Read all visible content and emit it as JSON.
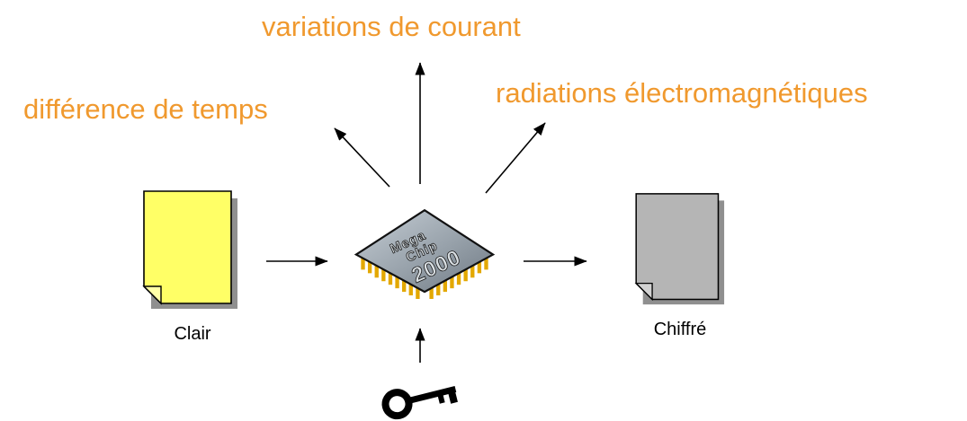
{
  "diagram": {
    "leaks": {
      "current": "variations de courant",
      "time": "différence de temps",
      "em": "radiations électromagnétiques"
    },
    "docs": {
      "plaintext": "Clair",
      "ciphertext": "Chiffré"
    },
    "chip": {
      "line1": "Mega",
      "line2": "Chip",
      "line3": "2000"
    },
    "colors": {
      "leak_label_orange": "#F0992E",
      "plaintext_doc_yellow": "#FFFF66",
      "ciphertext_doc_gray": "#B5B5B5",
      "chip_gray": "#939EA7",
      "chip_pin_gold": "#E3A800",
      "arrow_black": "#000000"
    }
  }
}
